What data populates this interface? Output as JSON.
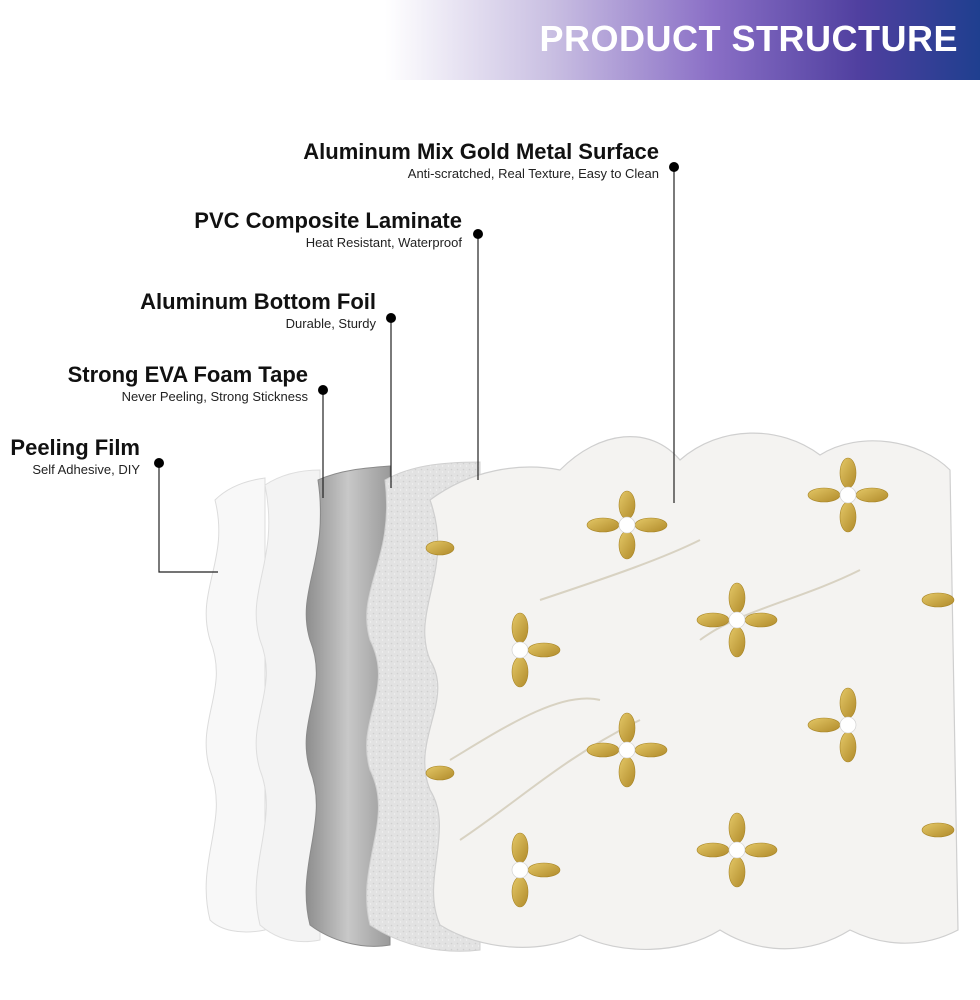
{
  "header": {
    "title": "PRODUCT STRUCTURE"
  },
  "layers": [
    {
      "name": "Aluminum Mix Gold Metal Surface",
      "desc": "Anti-scratched, Real Texture, Easy to Clean"
    },
    {
      "name": "PVC Composite Laminate",
      "desc": "Heat Resistant, Waterproof"
    },
    {
      "name": "Aluminum Bottom Foil",
      "desc": "Durable, Sturdy"
    },
    {
      "name": "Strong EVA Foam Tape",
      "desc": "Never Peeling, Strong Stickness"
    },
    {
      "name": "Peeling Film",
      "desc": "Self Adhesive, DIY"
    }
  ],
  "colors": {
    "gold": "#c9a43c",
    "marble": "#f4f3f1",
    "foil": "#a9a9a9",
    "foam": "#e4e4e4",
    "film": "#f7f7f7"
  }
}
